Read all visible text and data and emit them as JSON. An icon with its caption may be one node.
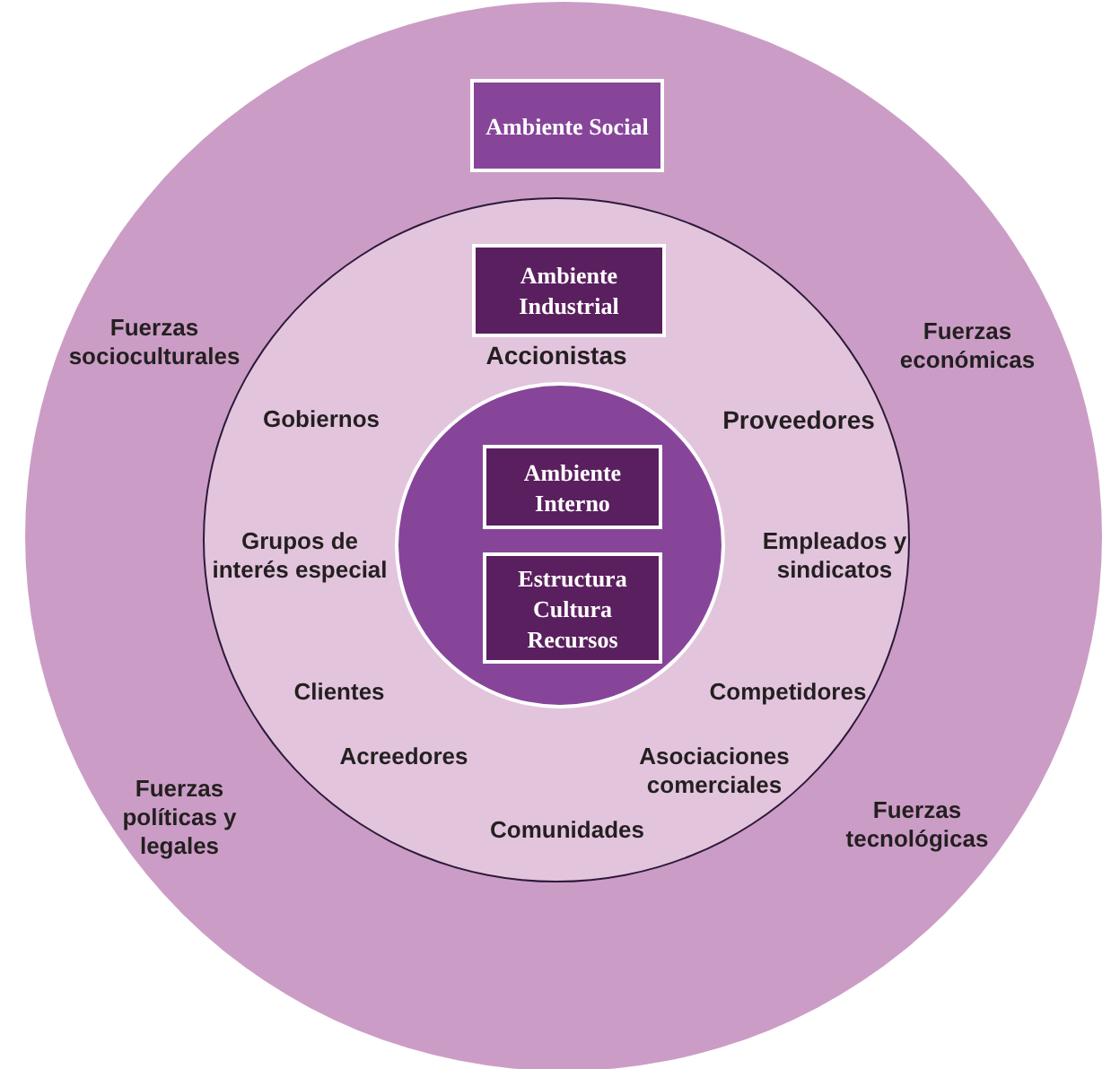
{
  "diagram": {
    "nodes": [
      {
        "text": [],
        "shape": "circle"
      },
      {
        "text": [
          "Ambiente Social"
        ],
        "in": 0
      },
      {
        "text": [],
        "shape": "circle",
        "in": 0
      },
      {
        "text": [
          "Ambiente Industrial"
        ],
        "in": 2
      },
      {
        "text": [],
        "shape": "circle",
        "in": 2
      },
      {
        "text": [
          "Ambiente Interno"
        ],
        "in": 4
      },
      {
        "text": [
          "Estructura Cultura Recursos"
        ],
        "in": 4
      }
    ],
    "edges": [],
    "labels": [
      "Fuerzas socioculturales",
      "Fuerzas económicas",
      "Accionistas",
      "Gobiernos",
      "Proveedores",
      "Grupos de interés especial",
      "Empleados y sindicatos",
      "Clientes",
      "Competidores",
      "Acreedores",
      "Asociaciones comerciales",
      "Comunidades",
      "Fuerzas políticas y legales",
      "Fuerzas tecnológicas"
    ]
  }
}
